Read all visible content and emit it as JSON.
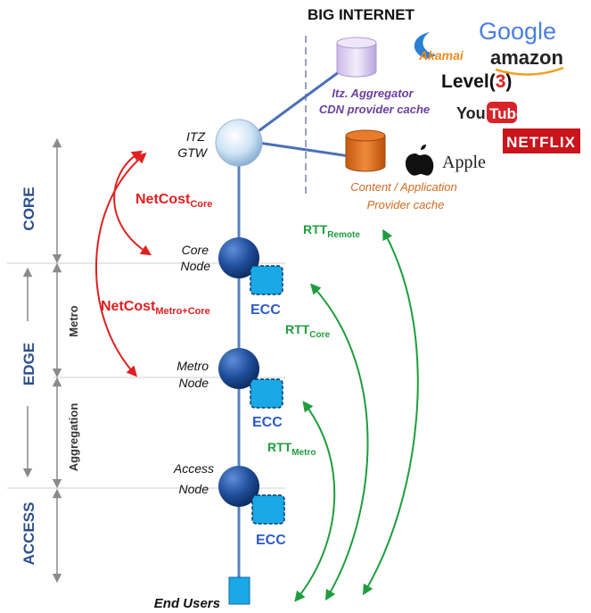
{
  "header": {
    "title": "BIG INTERNET"
  },
  "brands": {
    "google": "Google",
    "akamai": "Akamai",
    "amazon": "amazon",
    "level3_text": "Level",
    "level3_num": "3",
    "youtube_you": "You",
    "youtube_tube": "Tube",
    "netflix": "NETFLIX",
    "apple": "Apple",
    "apple_logo": ""
  },
  "caches": {
    "itz_line1": "Itz. Aggregator",
    "itz_line2": "CDN provider cache",
    "content_line1": "Content / Application",
    "content_line2": "Provider cache"
  },
  "nodes": {
    "gtw_line1": "ITZ",
    "gtw_line2": "GTW",
    "core_line1": "Core",
    "core_line2": "Node",
    "metro_line1": "Metro",
    "metro_line2": "Node",
    "access_line1": "Access",
    "access_line2": "Node",
    "end_users": "End Users"
  },
  "ecc": {
    "label": "ECC"
  },
  "zones": {
    "core": "CORE",
    "edge": "EDGE",
    "access": "ACCESS",
    "metro": "Metro",
    "aggregation": "Aggregation"
  },
  "metrics": {
    "netcost_core_main": "NetCost",
    "netcost_core_sub": "Core",
    "netcost_mc_main": "NetCost",
    "netcost_mc_sub": "Metro+Core",
    "rtt_remote_main": "RTT",
    "rtt_remote_sub": "Remote",
    "rtt_core_main": "RTT",
    "rtt_core_sub": "Core",
    "rtt_metro_main": "RTT",
    "rtt_metro_sub": "Metro"
  },
  "colors": {
    "zone_text": "#2e4f8a",
    "node_blue": "#1f4e9a",
    "ecc_fill": "#19a9e6",
    "ecc_text": "#2c5bc4",
    "netcost_red": "#e02020",
    "rtt_green": "#1e9e3c",
    "itz_purple": "#6a3fa0",
    "content_orange": "#d26a1e",
    "line_blue": "#5b7fc4",
    "gray_arrow": "#8a8a8a"
  }
}
